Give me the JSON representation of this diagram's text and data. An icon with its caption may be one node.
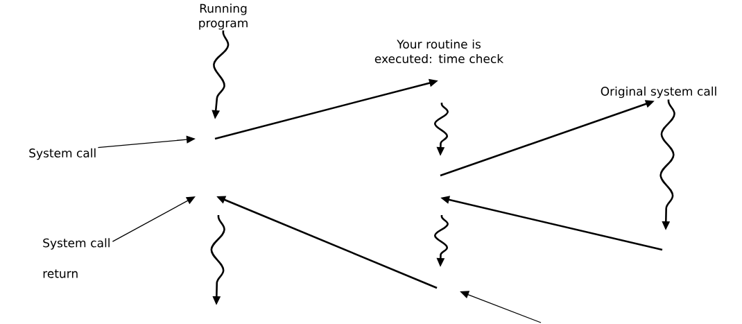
{
  "diagram": {
    "nodes": [
      {
        "text": [
          "Running program"
        ]
      },
      {
        "text": [
          "System call"
        ]
      },
      {
        "text": [
          "System call return"
        ]
      },
      {
        "text": [
          "Your routine is executed: time check"
        ]
      },
      {
        "text": [
          "Original system call"
        ]
      }
    ],
    "edges": [
      {
        "from": 0,
        "to": null,
        "arrow": "to"
      },
      {
        "from": 1,
        "to": null,
        "arrow": "to"
      },
      {
        "from": 2,
        "to": null,
        "arrow": "to"
      },
      {
        "from": null,
        "to": 3,
        "arrow": "to"
      },
      {
        "from": null,
        "to": 4,
        "arrow": "to"
      },
      {
        "from": 4,
        "to": null,
        "arrow": "to"
      }
    ]
  }
}
